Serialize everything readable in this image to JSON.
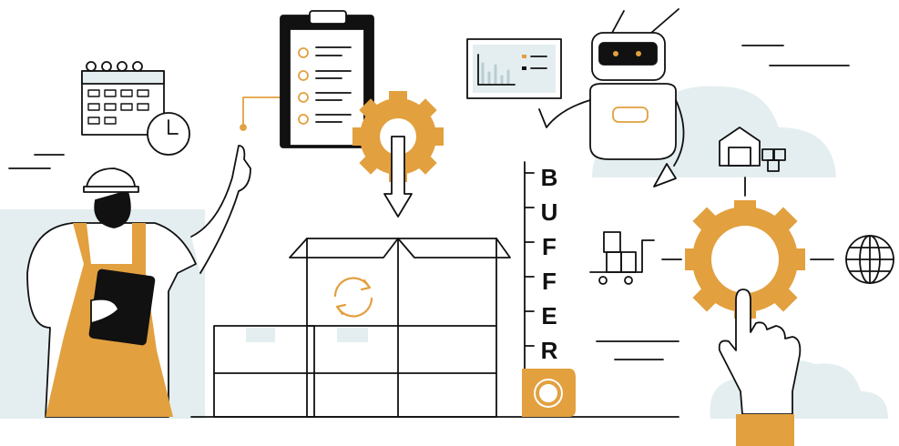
{
  "illustration": {
    "buffer_letters": [
      "B",
      "U",
      "F",
      "F",
      "E",
      "R"
    ],
    "colors": {
      "accent": "#E2A03F",
      "background_shape": "#E4EEF0",
      "stroke": "#111111",
      "screen": "#1A1A1A"
    }
  }
}
